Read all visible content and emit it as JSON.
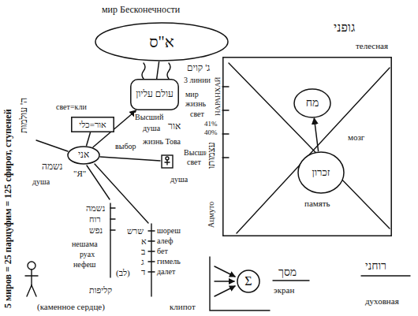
{
  "diagram": {
    "nodes": [
      {
        "text": [
          "א\"ס"
        ]
      },
      {
        "text": [
          "עולם עליון"
        ]
      },
      {
        "text": [
          "אור=כלי"
        ]
      },
      {
        "text": [
          "אני"
        ]
      },
      {
        "text": [
          "גופני",
          "телесная"
        ]
      },
      {
        "text": [
          "מח"
        ],
        "in": 4
      },
      {
        "text": [
          "זכרון"
        ],
        "in": 4
      },
      {
        "text": [
          "Σ"
        ]
      }
    ],
    "edges": [
      {
        "from": 1,
        "to": 0,
        "arrow": "none"
      },
      {
        "from": 3,
        "to": 1,
        "arrow": "to"
      },
      {
        "from": 2,
        "to": 3,
        "arrow": "none"
      },
      {
        "from": 6,
        "to": 5,
        "arrow": "to"
      }
    ],
    "labels": [
      "мир Бесконечности",
      "ג' קוים",
      "3 линии",
      "НАРАНХАЙ",
      "мир",
      "жизнь",
      "свет",
      "41%",
      "40%",
      "Высший",
      "душа",
      "אור",
      "жизнь Това",
      "Высший",
      "свет",
      "свет=кли",
      "выбор",
      "\"Я\"",
      "נשמה",
      "душа",
      "душа",
      "נשמה",
      "רוח",
      "נפש",
      "нешама",
      "руах",
      "нефеш",
      "(לב)",
      "קליפות",
      "(каменное сердце)",
      "клипот",
      "שרש",
      "א",
      "ב",
      "ג",
      "ד",
      "шореш",
      "алеф",
      "бет",
      "гимель",
      "далет",
      "5 миров = 25 парцуфим = 125 сфирот, ступеней",
      "ה' עולמות",
      "עצמותו",
      "Ацмуто",
      "мозг",
      "память",
      "מסך",
      "экран",
      "רוחני",
      "духовная"
    ]
  }
}
